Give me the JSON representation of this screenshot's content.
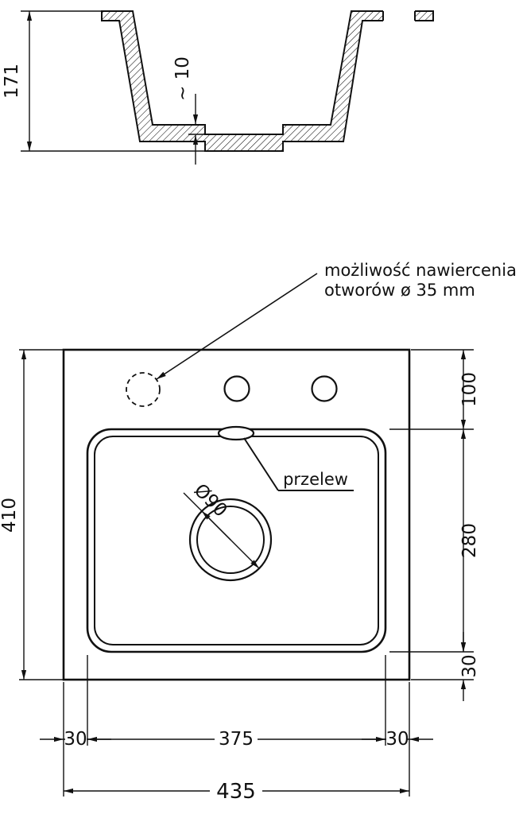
{
  "cross_section": {
    "height": "171",
    "bottom_step": "~ 10"
  },
  "annotation": {
    "line1": "możliwość nawiercenia",
    "line2": "otworów ø 35 mm"
  },
  "plan": {
    "overflow_label": "przelew",
    "drain_diameter": "Ø90",
    "overall_height": "410",
    "top_to_basin": "100",
    "basin_length": "280",
    "basin_to_edge": "30",
    "left_margin": "30",
    "basin_width": "375",
    "right_margin": "30",
    "overall_width": "435"
  },
  "colors": {
    "line": "#111111",
    "background": "#ffffff"
  }
}
